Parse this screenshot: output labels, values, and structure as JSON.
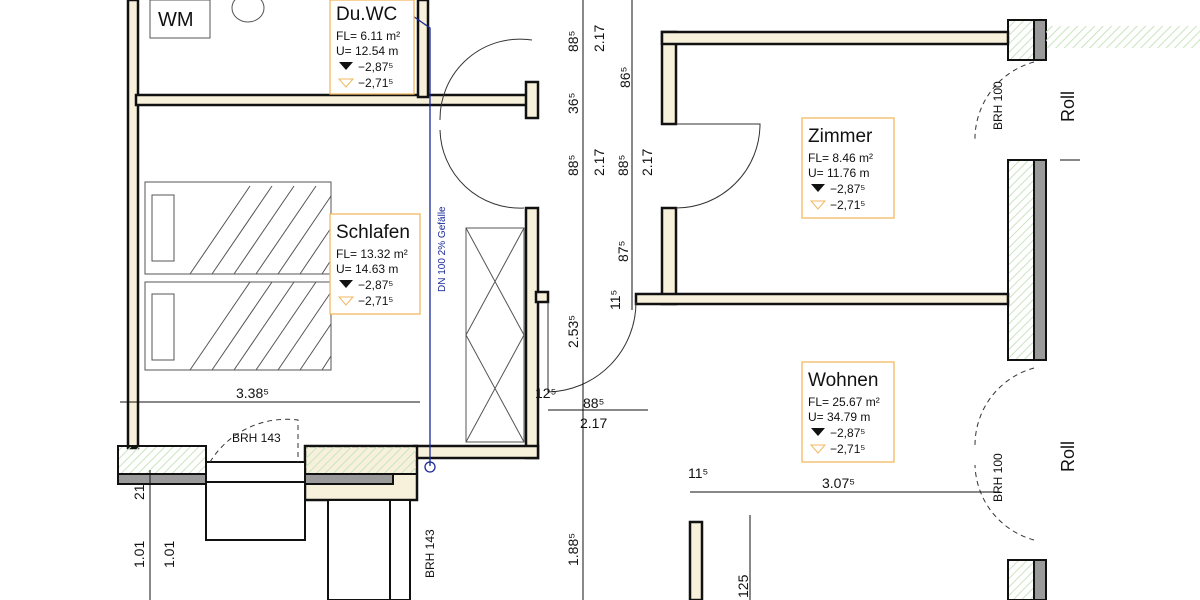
{
  "colors": {
    "wall_fill": "#f7f1dc",
    "wall_stroke": "#111111",
    "window_green": "#dff0d6",
    "room_box_border": "#f0b860",
    "drain_line": "#1a2a9a",
    "column_grey": "#9a9a9a"
  },
  "labels": {
    "wm": "WM",
    "roll_upper": "Roll",
    "roll_lower": "Roll",
    "brh_right_upper": "BRH 100",
    "brh_right_lower": "BRH 100",
    "brh_bottom": "BRH 143",
    "brh_bottom_vertical": "BRH 143",
    "drain": "DN 100 2% Gefälle"
  },
  "rooms": {
    "duwc": {
      "name": "Du.WC",
      "fl": "FL= 6.11 m²",
      "u": "U=  12.54 m",
      "h1": "−2,87⁵",
      "h2": "−2,71⁵"
    },
    "schlafen": {
      "name": "Schlafen",
      "fl": "FL= 13.32 m²",
      "u": "U=  14.63 m",
      "h1": "−2,87⁵",
      "h2": "−2,71⁵"
    },
    "zimmer": {
      "name": "Zimmer",
      "fl": "FL= 8.46 m²",
      "u": "U=  11.76 m",
      "h1": "−2,87⁵",
      "h2": "−2,71⁵"
    },
    "wohnen": {
      "name": "Wohnen",
      "fl": "FL= 25.67 m²",
      "u": "U=  34.79 m",
      "h1": "−2,87⁵",
      "h2": "−2,71⁵"
    }
  },
  "dimensions": {
    "d_88_top": "88⁵",
    "d_217_top": "2.17",
    "d_86": "86⁵",
    "d_36": "36⁵",
    "d_88_mid1": "88⁵",
    "d_217_mid1": "2.17",
    "d_88_mid2": "88⁵",
    "d_217_mid2": "2.17",
    "d_87": "87⁵",
    "d_11_side": "11⁵",
    "d_253": "2.53⁵",
    "d_12": "12⁵",
    "d_338": "3.38⁵",
    "d_88_bottom": "88⁵",
    "d_217_bottom": "2.17",
    "d_11_bottom": "11⁵",
    "d_307": "3.07⁵",
    "d_21": "21",
    "d_101a": "1.01",
    "d_101b": "1.01",
    "d_188": "1.88⁵",
    "d_125": "125"
  }
}
